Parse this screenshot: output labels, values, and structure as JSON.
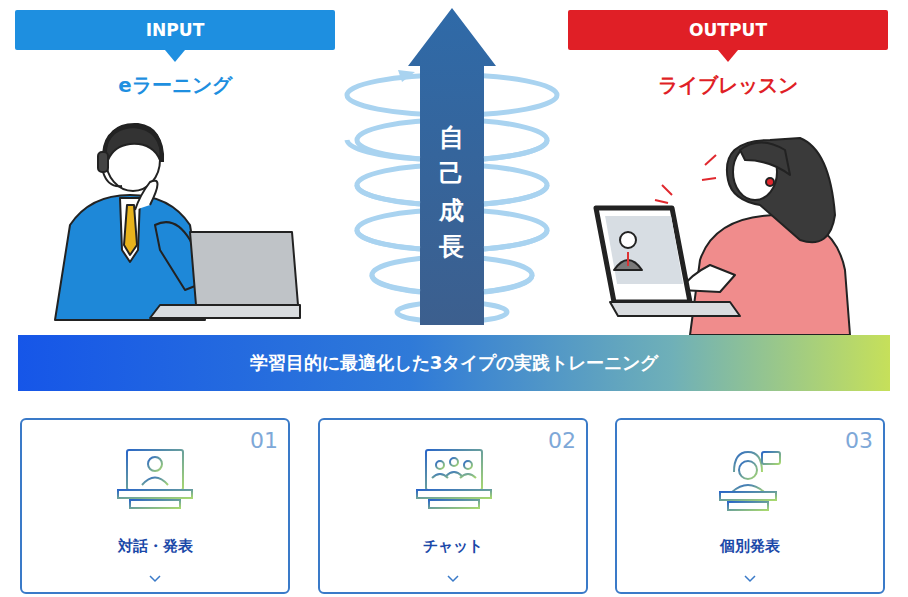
{
  "diagram": {
    "nodes": [
      {
        "text": [
          "INPUT",
          "eラーニング"
        ]
      },
      {
        "text": [
          "自己成長"
        ]
      },
      {
        "text": [
          "OUTPUT",
          "ライブレッスン"
        ]
      },
      {
        "text": [
          "学習目的に最適化した3タイプの実践トレーニング"
        ]
      },
      {
        "text": [
          "01",
          "対話・発表"
        ]
      },
      {
        "text": [
          "02",
          "チャット"
        ]
      },
      {
        "text": [
          "03",
          "個別発表"
        ]
      }
    ]
  }
}
